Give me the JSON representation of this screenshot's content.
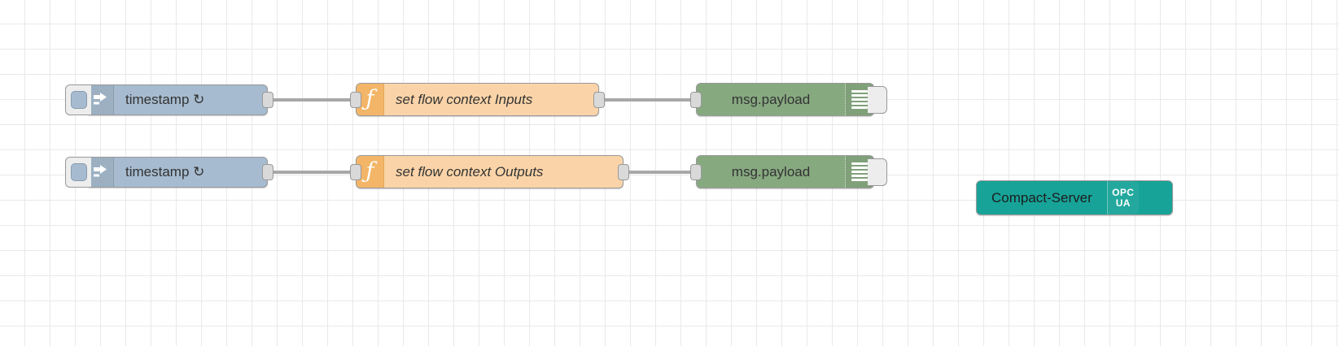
{
  "canvas": {
    "grid_color": "#e9e9e9",
    "background": "#ffffff",
    "grid_size": 31
  },
  "palette": {
    "inject": "#a6bbcf",
    "function_body": "#fad4a8",
    "function_icon": "#f3b567",
    "debug": "#87a980",
    "opcua": "#17a398",
    "wire": "#a8a8a8",
    "port": "#d9d9d9",
    "border": "#999999",
    "text": "#333333"
  },
  "flows": [
    {
      "id": "row-1",
      "inject": {
        "label": "timestamp ↻",
        "icon": "inject-arrow-icon",
        "button": "inject-trigger-button"
      },
      "function": {
        "label": "set flow context Inputs",
        "icon": "function-f-icon"
      },
      "debug": {
        "label": "msg.payload",
        "icon": "debug-bars-icon",
        "button": "debug-toggle-button"
      }
    },
    {
      "id": "row-2",
      "inject": {
        "label": "timestamp ↻",
        "icon": "inject-arrow-icon",
        "button": "inject-trigger-button"
      },
      "function": {
        "label": "set flow context Outputs",
        "icon": "function-f-icon"
      },
      "debug": {
        "label": "msg.payload",
        "icon": "debug-bars-icon",
        "button": "debug-toggle-button"
      }
    }
  ],
  "opcua_node": {
    "label": "Compact-Server",
    "badge_line1": "OPC",
    "badge_line2": "UA",
    "icon": "opc-ua-badge-icon"
  }
}
